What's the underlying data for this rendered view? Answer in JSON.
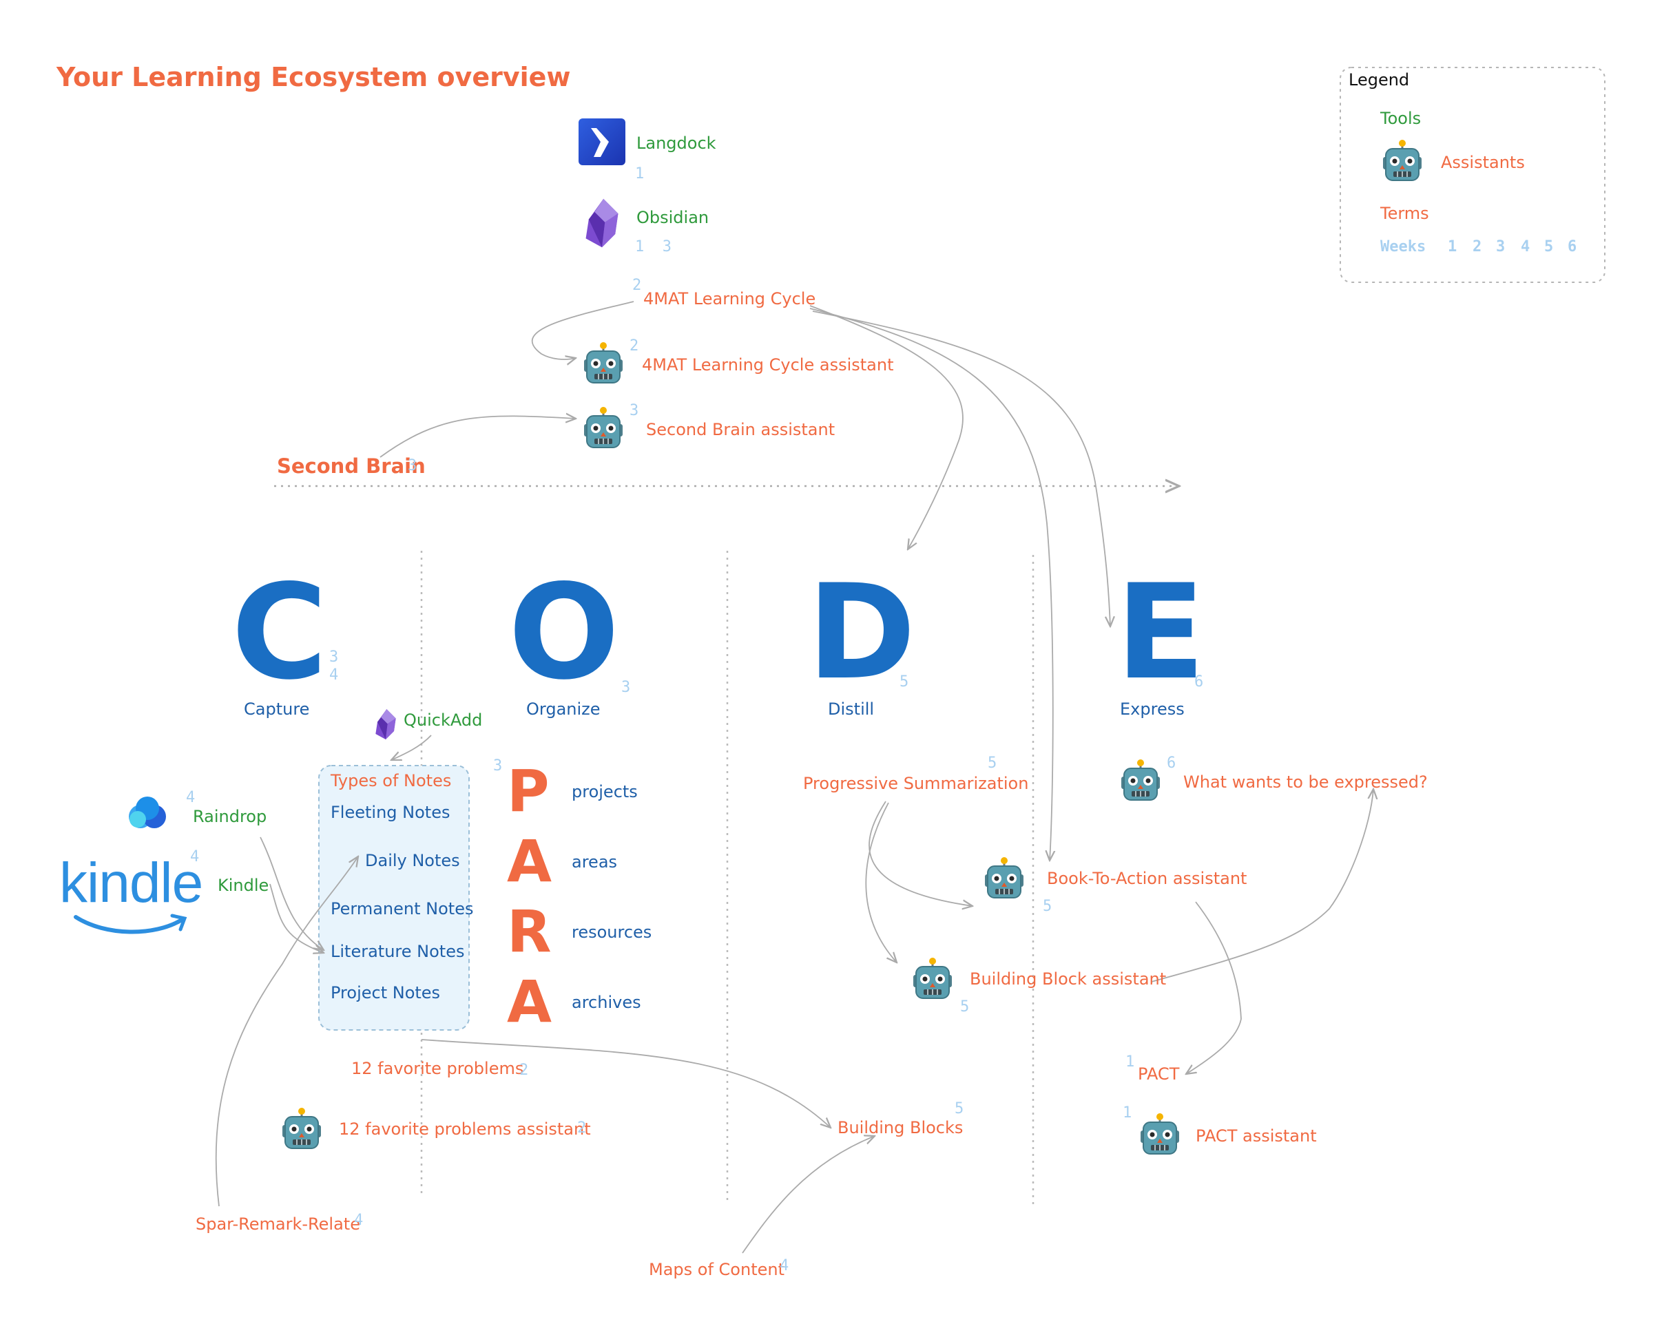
{
  "title": "Your Learning Ecosystem overview",
  "legend": {
    "title": "Legend",
    "tools": "Tools",
    "assistants": "Assistants",
    "terms": "Terms",
    "weeks_label": "Weeks",
    "weeks": [
      "1",
      "2",
      "3",
      "4",
      "5",
      "6"
    ]
  },
  "colors": {
    "tool": "#2f9a3c",
    "assistant": "#f06a42",
    "term": "#f06a42",
    "week": "#a8d0f0",
    "code_letter": "#1a6ec3",
    "para_letter": "#f06a42"
  },
  "tools": {
    "langdock": {
      "label": "Langdock",
      "weeks": "1",
      "icon": "langdock-icon"
    },
    "obsidian": {
      "label": "Obsidian",
      "weeks": "1  3",
      "icon": "obsidian-icon"
    },
    "quickadd": {
      "label": "QuickAdd",
      "icon": "obsidian-icon"
    },
    "raindrop": {
      "label": "Raindrop",
      "weeks": "4",
      "icon": "raindrop-icon"
    },
    "kindle": {
      "label": "Kindle",
      "weeks": "4",
      "logo_text": "kindle",
      "icon": "kindle-logo"
    }
  },
  "terms": {
    "fourmat": {
      "label": "4MAT Learning Cycle",
      "weeks": "2"
    },
    "second_brain": {
      "label": "Second Brain",
      "weeks": "3"
    },
    "progressive_summarization": {
      "label": "Progressive Summarization",
      "weeks": "5"
    },
    "favorite_problems": {
      "label": "12 favorite problems",
      "weeks": "2"
    },
    "building_blocks": {
      "label": "Building Blocks",
      "weeks": "5"
    },
    "spar": {
      "label": "Spar-Remark-Relate",
      "weeks": "4"
    },
    "moc": {
      "label": "Maps of Content",
      "weeks": "4"
    },
    "pact": {
      "label": "PACT",
      "weeks": "1"
    }
  },
  "assistants": {
    "fourmat": {
      "label": "4MAT Learning Cycle assistant",
      "weeks": "2"
    },
    "second_brain": {
      "label": "Second Brain assistant",
      "weeks": "3"
    },
    "favorite_problems": {
      "label": "12 favorite problems assistant",
      "weeks": "2"
    },
    "book_to_action": {
      "label": "Book-To-Action assistant",
      "weeks": "5"
    },
    "building_block": {
      "label": "Building Block assistant",
      "weeks": "5"
    },
    "expressed": {
      "label": "What wants to be expressed?",
      "weeks": "6"
    },
    "pact": {
      "label": "PACT assistant",
      "weeks": "1"
    }
  },
  "code": [
    {
      "letter": "C",
      "label": "Capture",
      "weeks": "3\n4"
    },
    {
      "letter": "O",
      "label": "Organize",
      "weeks": "3"
    },
    {
      "letter": "D",
      "label": "Distill",
      "weeks": "5"
    },
    {
      "letter": "E",
      "label": "Express",
      "weeks": "6"
    }
  ],
  "notes_box": {
    "title": "Types of Notes",
    "items": [
      "Fleeting Notes",
      "Daily Notes",
      "Permanent Notes",
      "Literature Notes",
      "Project Notes"
    ],
    "weeks": "3"
  },
  "para": [
    {
      "letter": "P",
      "label": "projects"
    },
    {
      "letter": "A",
      "label": "areas"
    },
    {
      "letter": "R",
      "label": "resources"
    },
    {
      "letter": "A",
      "label": "archives"
    }
  ]
}
